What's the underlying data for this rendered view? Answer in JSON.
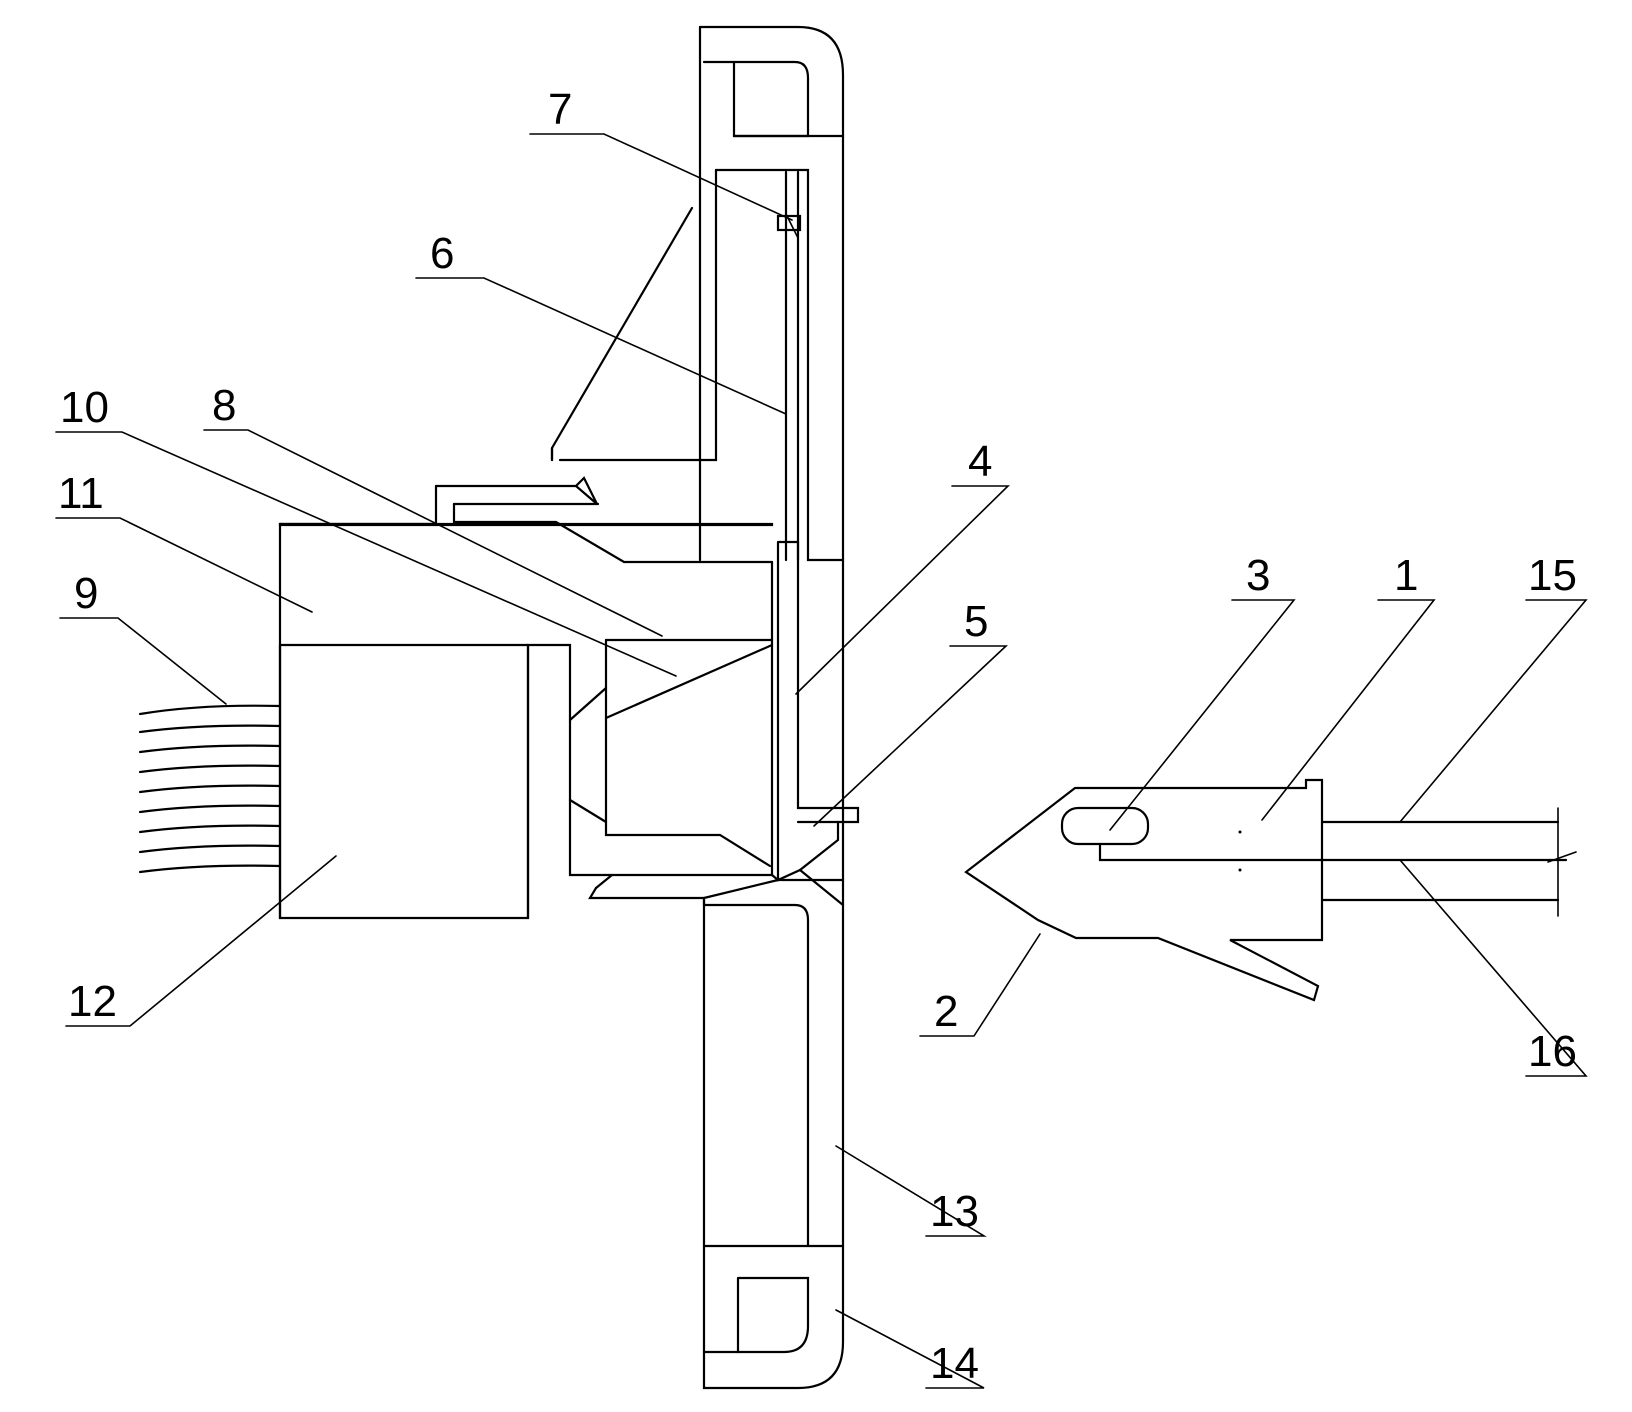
{
  "diagram": {
    "callouts": [
      {
        "id": "1",
        "text": "1"
      },
      {
        "id": "2",
        "text": "2"
      },
      {
        "id": "3",
        "text": "3"
      },
      {
        "id": "4",
        "text": "4"
      },
      {
        "id": "5",
        "text": "5"
      },
      {
        "id": "6",
        "text": "6"
      },
      {
        "id": "7",
        "text": "7"
      },
      {
        "id": "8",
        "text": "8"
      },
      {
        "id": "9",
        "text": "9"
      },
      {
        "id": "10",
        "text": "10"
      },
      {
        "id": "11",
        "text": "11"
      },
      {
        "id": "12",
        "text": "12"
      },
      {
        "id": "13",
        "text": "13"
      },
      {
        "id": "14",
        "text": "14"
      },
      {
        "id": "15",
        "text": "15"
      },
      {
        "id": "16",
        "text": "16"
      }
    ],
    "colors": {
      "ink": "#000000",
      "paper": "#ffffff"
    }
  }
}
